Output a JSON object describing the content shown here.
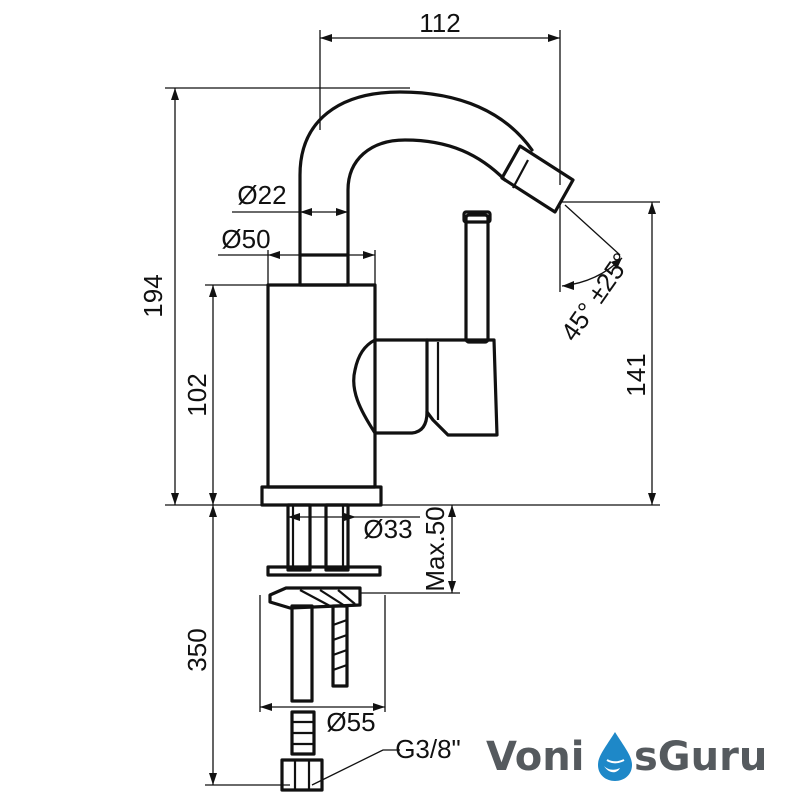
{
  "dimensions": {
    "width_112": "112",
    "height_194": "194",
    "height_102": "102",
    "height_141": "141",
    "height_350": "350",
    "dia_22": "Ø22",
    "dia_50": "Ø50",
    "dia_33": "Ø33",
    "dia_55": "Ø55",
    "max_50": "Max.50",
    "angle": "45° ±25°",
    "thread": "G3/8\""
  },
  "brand": {
    "part1": "Voni",
    "part2": "sGuru",
    "accent_color": "#1e88c8",
    "text_color": "#555a5e"
  }
}
